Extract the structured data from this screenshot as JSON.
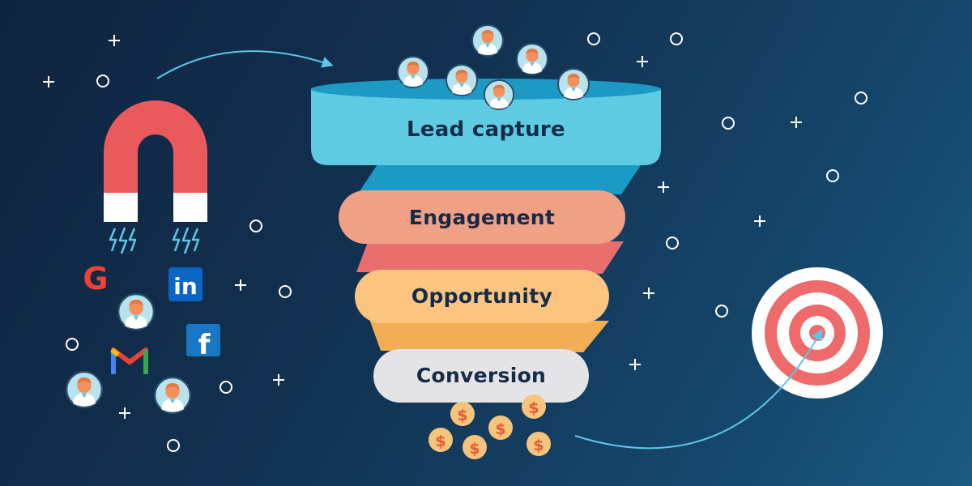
{
  "funnel": {
    "stages": [
      {
        "label": "Lead capture",
        "color": "#5ecbe3"
      },
      {
        "label": "Engagement",
        "color": "#f0a085"
      },
      {
        "label": "Opportunity",
        "color": "#fbc47f"
      },
      {
        "label": "Conversion",
        "color": "#e4e4e6"
      }
    ]
  },
  "icons": {
    "magnet": "magnet-icon",
    "google": {
      "name": "google-icon",
      "glyph": "G"
    },
    "linkedin": {
      "name": "linkedin-icon",
      "glyph": "in"
    },
    "facebook": {
      "name": "facebook-icon",
      "glyph": "f"
    },
    "gmail": "gmail-icon",
    "coin": {
      "name": "dollar-coin-icon",
      "glyph": "$"
    },
    "target": "target-icon"
  },
  "colors": {
    "background": "#13324f",
    "magnet_red": "#ea5a5c",
    "target_red": "#ef6a6a",
    "arrow": "#5ec6e6",
    "coin": "#f6c47a"
  }
}
